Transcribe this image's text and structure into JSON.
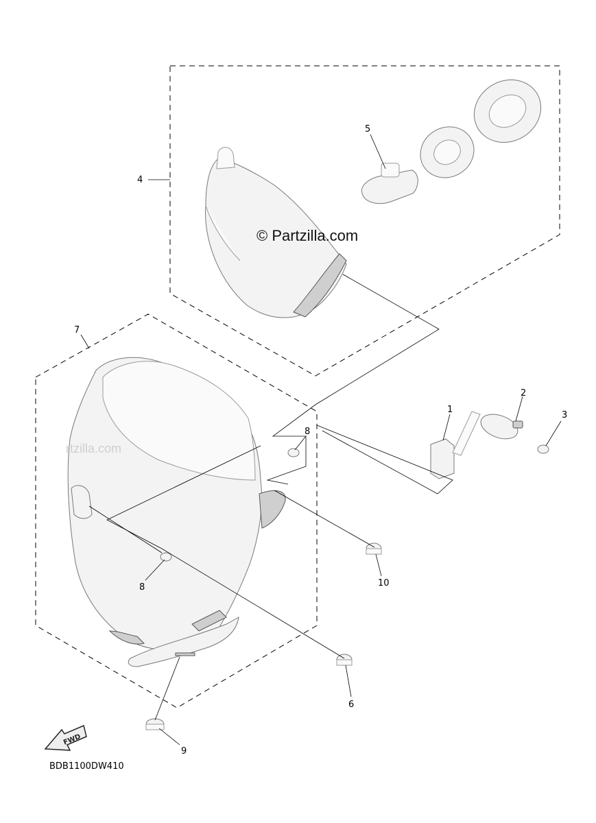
{
  "watermark": "© Partzilla.com",
  "faint_watermark": "rtzilla.com",
  "diagram_code": "BDB1100DW410",
  "fwd_label": "FWD",
  "callouts": {
    "c1": "1",
    "c2": "2",
    "c3": "3",
    "c4": "4",
    "c5": "5",
    "c6": "6",
    "c7": "7",
    "c8a": "8",
    "c8b": "8",
    "c9": "9",
    "c10": "10"
  }
}
